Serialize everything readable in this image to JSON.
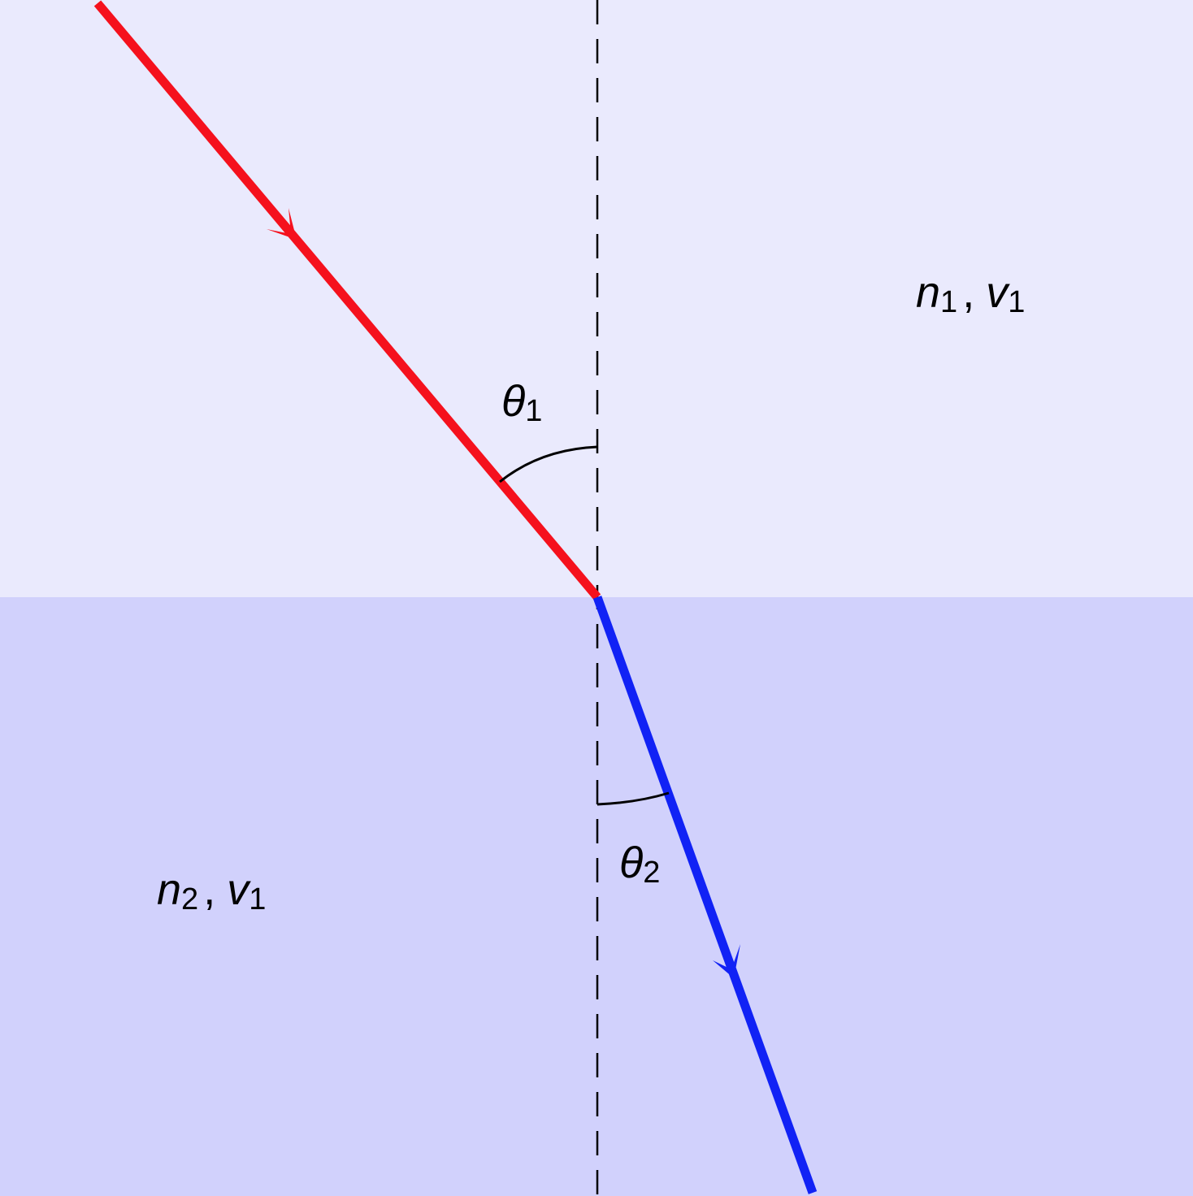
{
  "colors": {
    "medium_top": "#eaeafd",
    "medium_bottom": "#d1d1fc",
    "incident_ray": "#f5111d",
    "refracted_ray": "#1122f5",
    "normal_line": "#000000",
    "angle_arc": "#000000"
  },
  "labels": {
    "theta1": {
      "symbol": "θ",
      "subscript": "1"
    },
    "theta2": {
      "symbol": "θ",
      "subscript": "2"
    },
    "medium1": {
      "n": "n",
      "n_sub": "1",
      "sep": ",",
      "v": "v",
      "v_sub": "1"
    },
    "medium2": {
      "n": "n",
      "n_sub": "2",
      "sep": ",",
      "v": "v",
      "v_sub": "1"
    }
  }
}
